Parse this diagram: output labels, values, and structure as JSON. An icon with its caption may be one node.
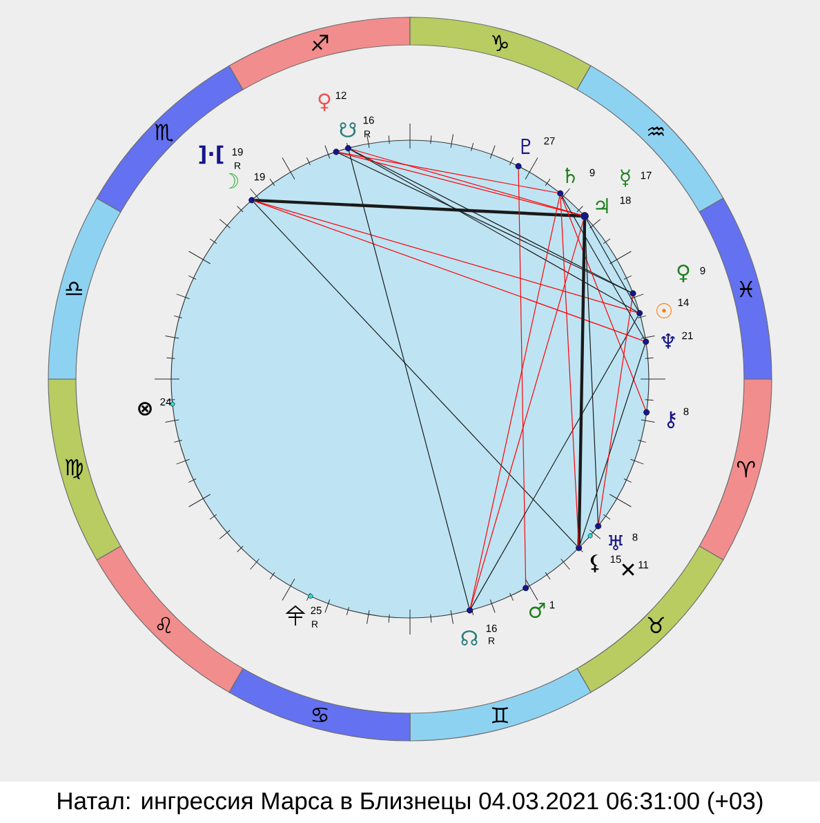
{
  "diagram": {
    "caption": "Натал: ингрессия Марса в Близнецы 04.03.2021 06:31:00 (+03)",
    "nodes": [
      {
        "text": [],
        "shape": "circle"
      },
      {
        "text": [],
        "shape": "circle"
      },
      {
        "text": [],
        "shape": "circle"
      },
      {
        "text": [],
        "shape": "circle"
      },
      {
        "text": [],
        "shape": "circle"
      },
      {
        "text": [],
        "shape": "circle"
      },
      {
        "text": [],
        "shape": "circle"
      },
      {
        "text": [],
        "shape": "circle"
      },
      {
        "text": [],
        "shape": "circle"
      },
      {
        "text": [],
        "shape": "circle"
      },
      {
        "text": [],
        "shape": "circle"
      },
      {
        "text": [],
        "shape": "circle"
      },
      {
        "text": [],
        "shape": "circle"
      },
      {
        "text": [],
        "shape": "circle"
      },
      {
        "text": [],
        "shape": "circle"
      },
      {
        "text": [],
        "shape": "circle"
      },
      {
        "text": [],
        "shape": "circle"
      }
    ],
    "edges": [
      {
        "from": 4,
        "to": 5,
        "arrow": "none",
        "style": "thick"
      },
      {
        "from": 4,
        "to": 13,
        "arrow": "none"
      },
      {
        "from": 4,
        "to": 7,
        "arrow": "none",
        "color": "#ff0000"
      },
      {
        "from": 4,
        "to": 8,
        "arrow": "none",
        "color": "#ff0000"
      },
      {
        "from": 0,
        "to": 16,
        "arrow": "none"
      },
      {
        "from": 0,
        "to": 6,
        "arrow": "none"
      },
      {
        "from": 0,
        "to": 7,
        "arrow": "none"
      },
      {
        "from": 1,
        "to": 6,
        "arrow": "none"
      },
      {
        "from": 1,
        "to": 3,
        "arrow": "none",
        "color": "#ff0000"
      },
      {
        "from": 1,
        "to": 5,
        "arrow": "none",
        "color": "#ff0000"
      },
      {
        "from": 0,
        "to": 5,
        "arrow": "none",
        "color": "#ff0000"
      },
      {
        "from": 2,
        "to": 14,
        "arrow": "none",
        "color": "#ff0000"
      },
      {
        "from": 3,
        "to": 10,
        "arrow": "none",
        "color": "#ff0000"
      },
      {
        "from": 5,
        "to": 13,
        "arrow": "none",
        "style": "thick"
      },
      {
        "from": 5,
        "to": 11,
        "arrow": "none"
      },
      {
        "from": 5,
        "to": 16,
        "arrow": "none",
        "color": "#ff0000"
      },
      {
        "from": 3,
        "to": 16,
        "arrow": "none",
        "color": "#ff0000"
      },
      {
        "from": 7,
        "to": 16,
        "arrow": "none"
      },
      {
        "from": 8,
        "to": 13,
        "arrow": "none"
      },
      {
        "from": 6,
        "to": 11,
        "arrow": "none",
        "color": "#ff0000"
      },
      {
        "from": 3,
        "to": 13,
        "arrow": "none",
        "color": "#ff0000"
      },
      {
        "from": 5,
        "to": 7,
        "arrow": "none"
      },
      {
        "from": 3,
        "to": 8,
        "arrow": "none"
      }
    ],
    "labels": [
      "♐",
      "♑",
      "♏",
      "♒",
      "♓",
      "♎",
      "♈",
      "♍",
      "♉",
      "♌",
      "♊",
      "♋",
      "♀",
      "12",
      "☋",
      "16",
      "R",
      "]·[",
      "19",
      "R",
      "☽",
      "19",
      "♇",
      "27",
      "♄",
      "9",
      "☿",
      "17",
      "♃",
      "18",
      "♀",
      "9",
      "☉",
      "14",
      "♆",
      "21",
      "⊗",
      "24",
      "⚷",
      "8",
      "♅",
      "8",
      "⚸",
      "15",
      "✕",
      "11",
      "♂",
      "1",
      "25",
      "R",
      "☊",
      "16",
      "R"
    ]
  }
}
